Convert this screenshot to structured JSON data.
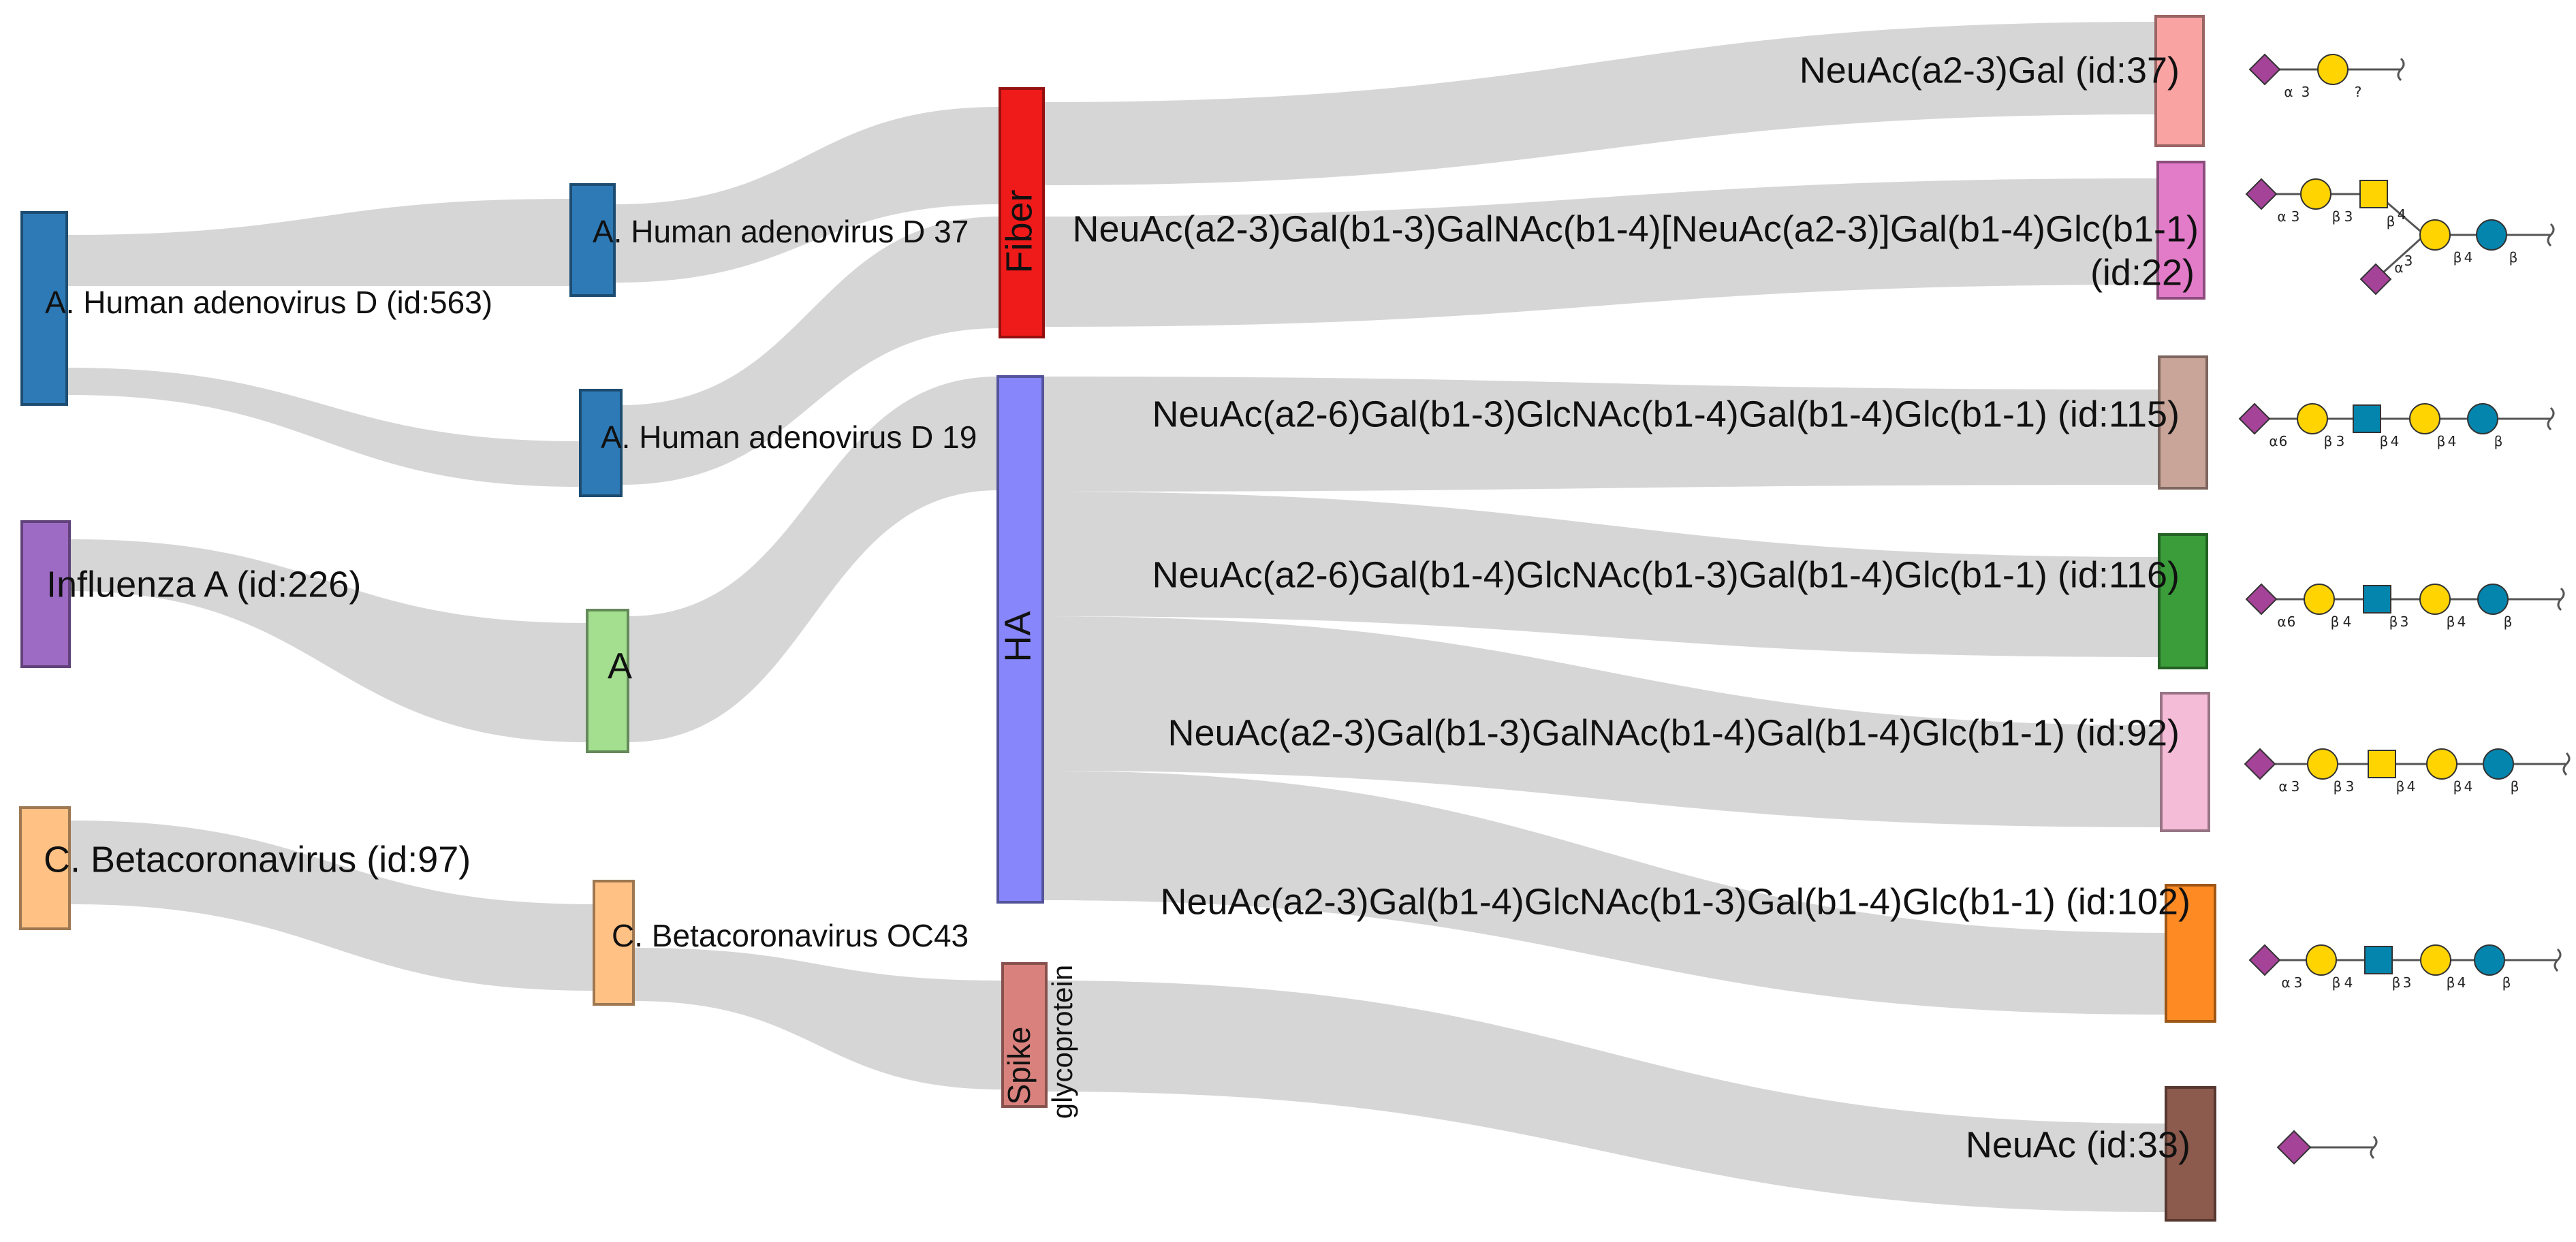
{
  "chart_data": {
    "type": "sankey",
    "nodes": [
      {
        "id": "n_adv_d",
        "label": "A. Human adenovirus D (id:563)",
        "color": "#2e7ab6"
      },
      {
        "id": "n_flu",
        "label": "Influenza A (id:226)",
        "color": "#9d6bc4"
      },
      {
        "id": "n_beta",
        "label": "C. Betacoronavirus (id:97)",
        "color": "#ffc184"
      },
      {
        "id": "n_adv37",
        "label": "A. Human adenovirus D 37",
        "color": "#2e7ab6"
      },
      {
        "id": "n_adv19",
        "label": "A. Human adenovirus D 19",
        "color": "#2e7ab6"
      },
      {
        "id": "n_a",
        "label": "A",
        "color": "#a3df8f"
      },
      {
        "id": "n_oc43",
        "label": "C. Betacoronavirus OC43",
        "color": "#ffc184"
      },
      {
        "id": "n_fiber",
        "label": "Fiber",
        "color": "#ef1a1a"
      },
      {
        "id": "n_ha",
        "label": "HA",
        "color": "#8787fb"
      },
      {
        "id": "n_spike",
        "label_lines": [
          "Spike",
          "glycoprotein"
        ],
        "color": "#d9827d"
      },
      {
        "id": "g37",
        "label": "NeuAc(a2-3)Gal (id:37)",
        "color": "#f9a3a3"
      },
      {
        "id": "g22",
        "label_lines": [
          "NeuAc(a2-3)Gal(b1-3)GalNAc(b1-4)[NeuAc(a2-3)]Gal(b1-4)Glc(b1-1)",
          "(id:22)"
        ],
        "color": "#e27cc9"
      },
      {
        "id": "g115",
        "label": "NeuAc(a2-6)Gal(b1-3)GlcNAc(b1-4)Gal(b1-4)Glc(b1-1) (id:115)",
        "color": "#c9a499"
      },
      {
        "id": "g116",
        "label": "NeuAc(a2-6)Gal(b1-4)GlcNAc(b1-3)Gal(b1-4)Glc(b1-1) (id:116)",
        "color": "#3a9d3a"
      },
      {
        "id": "g92",
        "label": "NeuAc(a2-3)Gal(b1-3)GalNAc(b1-4)Gal(b1-4)Glc(b1-1) (id:92)",
        "color": "#f5bcd7"
      },
      {
        "id": "g102",
        "label": "NeuAc(a2-3)Gal(b1-4)GlcNAc(b1-3)Gal(b1-4)Glc(b1-1) (id:102)",
        "color": "#fe8a24"
      },
      {
        "id": "g33",
        "label": "NeuAc (id:33)",
        "color": "#8c5b4e"
      }
    ],
    "links": [
      {
        "source": "n_adv_d",
        "target": "n_adv37",
        "value": 1
      },
      {
        "source": "n_adv_d",
        "target": "n_adv19",
        "value": 1
      },
      {
        "source": "n_flu",
        "target": "n_a",
        "value": 1
      },
      {
        "source": "n_beta",
        "target": "n_oc43",
        "value": 1
      },
      {
        "source": "n_adv37",
        "target": "n_fiber",
        "value": 1
      },
      {
        "source": "n_adv19",
        "target": "n_fiber",
        "value": 1
      },
      {
        "source": "n_a",
        "target": "n_ha",
        "value": 1
      },
      {
        "source": "n_oc43",
        "target": "n_spike",
        "value": 1
      },
      {
        "source": "n_fiber",
        "target": "g37",
        "value": 1
      },
      {
        "source": "n_fiber",
        "target": "g22",
        "value": 1
      },
      {
        "source": "n_ha",
        "target": "g115",
        "value": 1
      },
      {
        "source": "n_ha",
        "target": "g116",
        "value": 1
      },
      {
        "source": "n_ha",
        "target": "g92",
        "value": 1
      },
      {
        "source": "n_ha",
        "target": "g102",
        "value": 1
      },
      {
        "source": "n_spike",
        "target": "g33",
        "value": 1
      }
    ],
    "glycan_symbol_labels": {
      "g37": [
        "α",
        "3",
        "?"
      ],
      "g22": [
        "α",
        "3",
        "β",
        "3",
        "β",
        "4",
        "β",
        "4",
        "β",
        "α",
        "3"
      ],
      "g115": [
        "α",
        "6",
        "β",
        "3",
        "β",
        "4",
        "β",
        "4",
        "β"
      ],
      "g116": [
        "α",
        "6",
        "β",
        "4",
        "β",
        "3",
        "β",
        "4",
        "β"
      ],
      "g92": [
        "α",
        "3",
        "β",
        "3",
        "β",
        "4",
        "β",
        "4",
        "β"
      ],
      "g102": [
        "α",
        "3",
        "β",
        "4",
        "β",
        "3",
        "β",
        "4",
        "β"
      ]
    },
    "symbol_colors": {
      "neuac": "#a54399",
      "gal": "#ffd400",
      "galnac": "#ffd400",
      "glcnac": "#0385ae",
      "glc": "#0385ae"
    },
    "flow_color": "#d6d6d6"
  }
}
